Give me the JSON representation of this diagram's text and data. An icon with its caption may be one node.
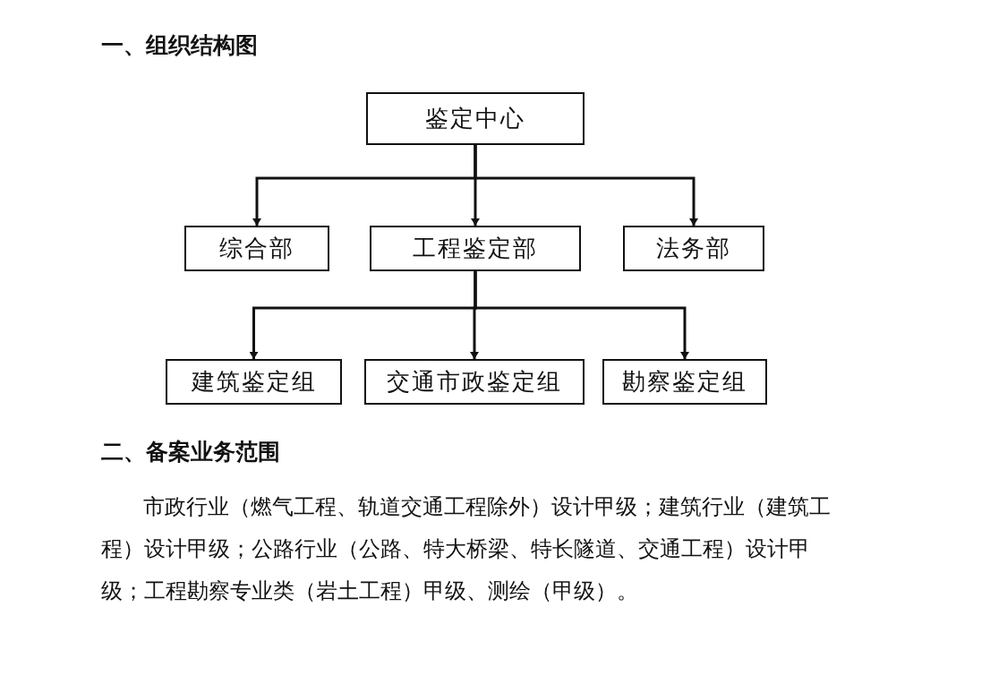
{
  "diagram": {
    "title": "一、组织结构图",
    "nodes": [
      {
        "text": [
          "鉴定中心"
        ]
      },
      {
        "text": [
          "综合部"
        ]
      },
      {
        "text": [
          "工程鉴定部"
        ]
      },
      {
        "text": [
          "法务部"
        ]
      },
      {
        "text": [
          "建筑鉴定组"
        ]
      },
      {
        "text": [
          "交通市政鉴定组"
        ]
      },
      {
        "text": [
          "勘察鉴定组"
        ]
      }
    ],
    "edges": [
      {
        "from": 0,
        "to": 1,
        "arrow": "to"
      },
      {
        "from": 0,
        "to": 2,
        "arrow": "to"
      },
      {
        "from": 0,
        "to": 3,
        "arrow": "to"
      },
      {
        "from": 2,
        "to": 4,
        "arrow": "to"
      },
      {
        "from": 2,
        "to": 5,
        "arrow": "to"
      },
      {
        "from": 2,
        "to": 6,
        "arrow": "to"
      }
    ],
    "labels": [
      "二、备案业务范围",
      "市政行业（燃气工程、轨道交通工程除外）设计甲级；建筑行业（建筑工程）设计甲级；公路行业（公路、特大桥梁、特长隧道、交通工程）设计甲级；工程勘察专业类（岩土工程）甲级、测绘（甲级）。"
    ]
  }
}
